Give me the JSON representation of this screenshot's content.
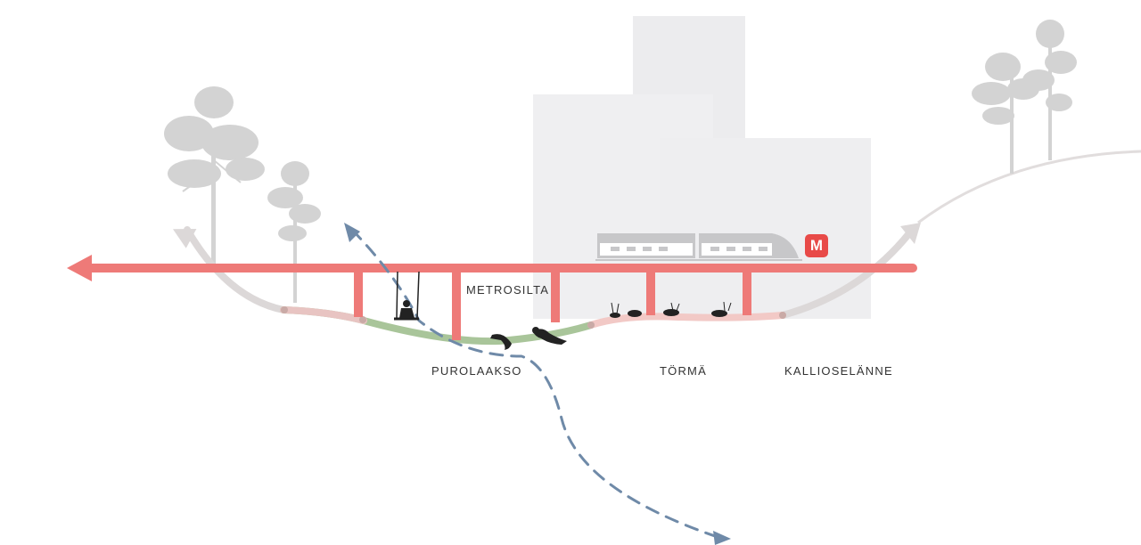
{
  "labels": {
    "bridge": "METROSILTA",
    "valley": "PUROLAAKSO",
    "bank": "TÖRMÄ",
    "ridge": "KALLIOSELÄNNE"
  },
  "metro_badge": "M",
  "colors": {
    "bridge": "#ee7a78",
    "metro_badge": "#e84a48",
    "valley_path": "#a9c59a",
    "bank_path": "#f2c9c6",
    "terrain": "#dad6d6",
    "animal_path": "#6f8aa8",
    "buildings": "#ececee",
    "trees": "#d3d3d3",
    "silhouettes": "#222222"
  },
  "icons": [
    "tree-icon",
    "train-icon",
    "swing-icon",
    "otter-icon",
    "fish-icon",
    "reed-icon",
    "arrow-icon"
  ]
}
